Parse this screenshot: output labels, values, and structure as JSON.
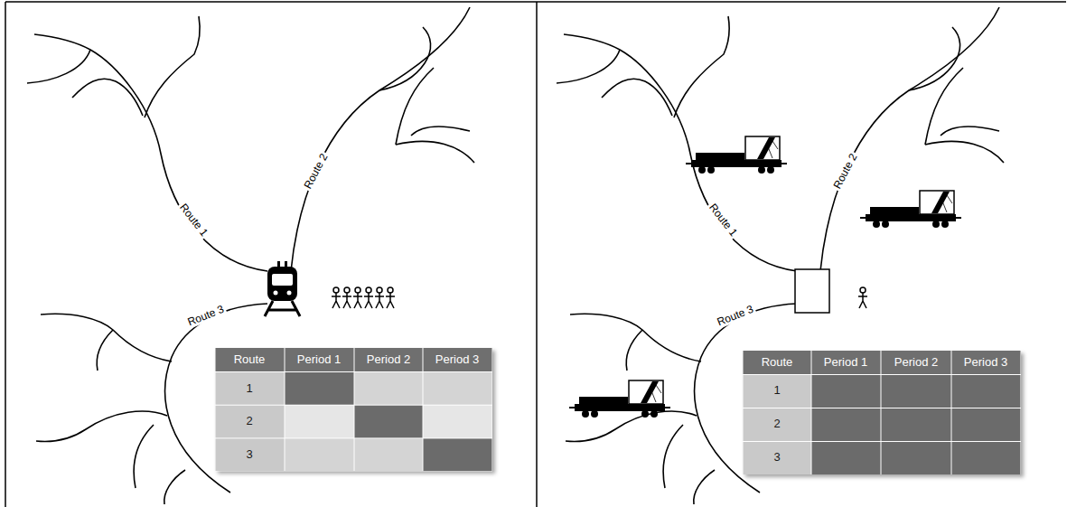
{
  "diagram": {
    "labels": [
      "Route 1",
      "Route 2",
      "Route 3",
      "Route",
      "Period  1",
      "Period 2",
      "Period 3",
      "1",
      "2",
      "3",
      "Route 1",
      "Route 2",
      "Route 3",
      "Route",
      "Period 1",
      "Period 2",
      "Period 3",
      "1",
      "2",
      "3"
    ]
  }
}
